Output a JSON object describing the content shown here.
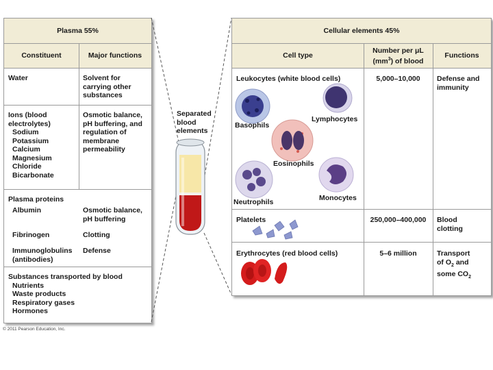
{
  "plasma": {
    "title": "Plasma 55%",
    "col_constituent": "Constituent",
    "col_functions": "Major functions",
    "water": {
      "name": "Water",
      "function": "Solvent for carrying other substances"
    },
    "ions": {
      "name": "Ions (blood electrolytes)",
      "items": [
        "Sodium",
        "Potassium",
        "Calcium",
        "Magnesium",
        "Chloride",
        "Bicarbonate"
      ],
      "function": "Osmotic balance, pH buffering, and regulation of membrane permeability"
    },
    "proteins": {
      "heading": "Plasma proteins",
      "rows": [
        {
          "name": "Albumin",
          "function": "Osmotic balance, pH buffering"
        },
        {
          "name": "Fibrinogen",
          "function": "Clotting"
        },
        {
          "name": "Immunoglobulins (antibodies)",
          "function": "Defense"
        }
      ]
    },
    "transported": {
      "heading": "Substances transported by blood",
      "items": [
        "Nutrients",
        "Waste products",
        "Respiratory gases",
        "Hormones"
      ]
    }
  },
  "tube_label": "Separated blood elements",
  "cellular": {
    "title": "Cellular elements 45%",
    "col_type": "Cell type",
    "col_number": "Number per μL (mm3) of blood",
    "col_functions": "Functions",
    "leukocytes": {
      "name": "Leukocytes (white blood cells)",
      "number": "5,000–10,000",
      "function": "Defense and immunity",
      "cells": [
        "Basophils",
        "Lymphocytes",
        "Eosinophils",
        "Neutrophils",
        "Monocytes"
      ]
    },
    "platelets": {
      "name": "Platelets",
      "number": "250,000–400,000",
      "function": "Blood clotting"
    },
    "erythrocytes": {
      "name": "Erythrocytes (red blood cells)",
      "number": "5–6 million",
      "function": "Transport of O2 and some CO2"
    }
  },
  "copyright": "© 2011 Pearson Education, Inc."
}
